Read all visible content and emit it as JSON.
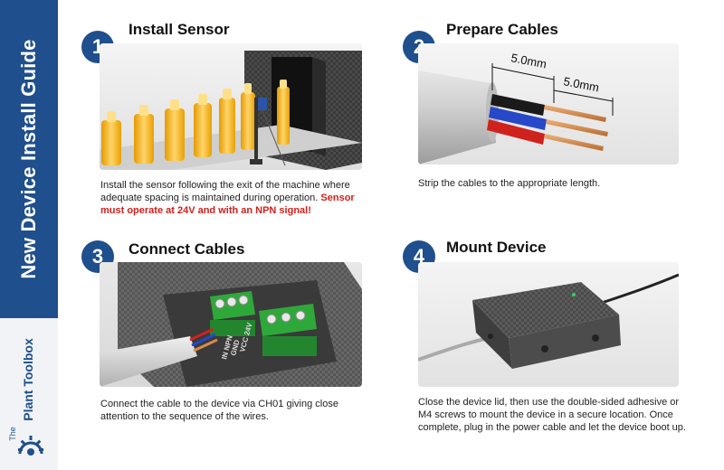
{
  "sidebar": {
    "title": "New Device Install Guide",
    "brand_the": "The",
    "brand_name": "Plant Toolbox"
  },
  "steps": [
    {
      "number": "1",
      "title": "Install Sensor",
      "description": "Install the sensor following the exit of the machine where adequate spacing is maintained during operation.",
      "warning": "Sensor must operate at 24V and with an NPN signal!"
    },
    {
      "number": "2",
      "title": "Prepare Cables",
      "description": "Strip the cables to the appropriate length.",
      "dim1": "5.0mm",
      "dim2": "5.0mm"
    },
    {
      "number": "3",
      "title": "Connect Cables",
      "description": "Connect the cable to the device via CH01 giving close attention to the sequence of the wires.",
      "board_labels": [
        "VCC 24V",
        "GND",
        "IN NPN"
      ]
    },
    {
      "number": "4",
      "title": "Mount Device",
      "description": "Close the device lid, then use the double-sided adhesive or M4 screws to mount the device in a secure location. Once complete, plug in the power cable and let the device boot up."
    }
  ]
}
